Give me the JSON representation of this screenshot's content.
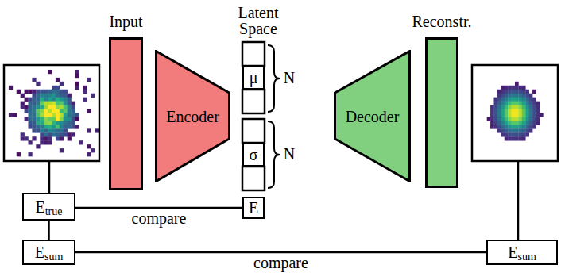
{
  "diagram": {
    "nodes": [
      {
        "text": [
          "Input"
        ]
      },
      {
        "text": [
          "Encoder"
        ]
      },
      {
        "text": [
          "μ"
        ]
      },
      {
        "text": [
          "σ"
        ]
      },
      {
        "text": [
          "E"
        ]
      },
      {
        "text": [
          "Decoder"
        ]
      },
      {
        "text": [
          "Reconstr."
        ]
      },
      {
        "text": [
          "E",
          "true"
        ]
      },
      {
        "text": [
          "E",
          "sum"
        ]
      },
      {
        "text": [
          "E",
          "sum"
        ]
      }
    ],
    "edges": [
      {
        "from": 7,
        "to": 4,
        "arrow": "none",
        "label": "compare"
      },
      {
        "from": 7,
        "to": 8,
        "arrow": "none"
      },
      {
        "from": 8,
        "to": 9,
        "arrow": "none",
        "label": "compare"
      }
    ],
    "labels": [
      "Latent Space",
      "N",
      "N"
    ]
  }
}
